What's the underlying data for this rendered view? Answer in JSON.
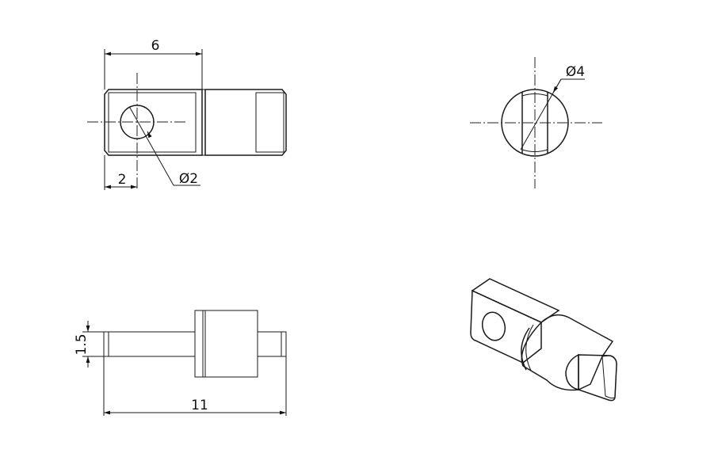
{
  "drawing": {
    "views": {
      "front": {
        "dimensions": {
          "overall_flat_length": "6",
          "hole_offset": "2",
          "hole_diameter": "Ø2"
        }
      },
      "end": {
        "dimensions": {
          "shaft_diameter": "Ø4"
        }
      },
      "top": {
        "dimensions": {
          "flat_thickness": "1.5",
          "overall_length": "11"
        }
      },
      "isometric": {}
    },
    "colors": {
      "background": "#ffffff",
      "line": "#1a1a1a",
      "face_light": "#ececec",
      "face_mid": "#dcdcdc",
      "face_dark": "#c8c8c8",
      "hole_fill": "#ffffff"
    }
  }
}
